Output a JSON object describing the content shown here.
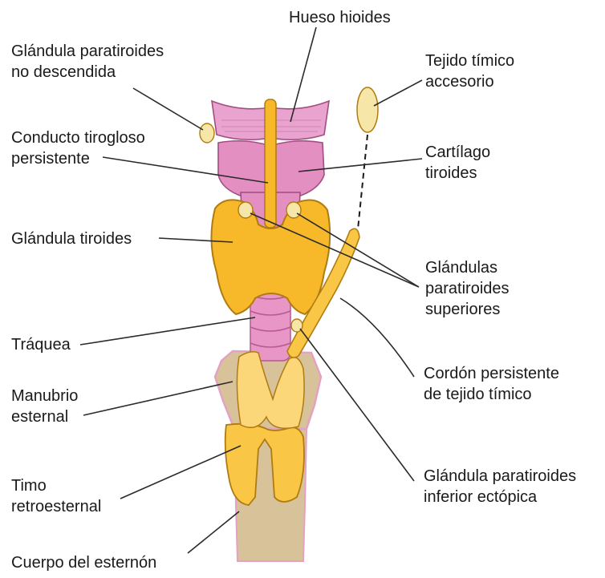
{
  "labels": {
    "hueso_hioides": "Hueso hioides",
    "paratiroides_no_descendida_1": "Glándula paratiroides",
    "paratiroides_no_descendida_2": "no descendida",
    "tejido_timico_1": "Tejido tímico",
    "tejido_timico_2": "accesorio",
    "conducto_tirogloso_1": "Conducto tirogloso",
    "conducto_tirogloso_2": "persistente",
    "cartilago_1": "Cartílago",
    "cartilago_2": "tiroides",
    "glandula_tiroides": "Glándula tiroides",
    "paratiroides_superiores_1": "Glándulas",
    "paratiroides_superiores_2": "paratiroides",
    "paratiroides_superiores_3": "superiores",
    "traquea": "Tráquea",
    "cordon_1": "Cordón persistente",
    "cordon_2": "de tejido tímico",
    "manubrio_1": "Manubrio",
    "manubrio_2": "esternal",
    "paratiroides_inferior_1": "Glándula paratiroides",
    "paratiroides_inferior_2": "inferior ectópica",
    "timo_1": "Timo",
    "timo_2": "retroesternal",
    "cuerpo_esternon": "Cuerpo del esternón"
  },
  "colors": {
    "thyroid_gland": "#f7b82a",
    "thymus": "#f9c646",
    "cartilage": "#e48fc2",
    "hyoid": "#e8a3cf",
    "trachea": "#e796c6",
    "sternum": "#d8c29a",
    "sternum_outline": "#e3a2c4",
    "parathyroid": "#f6e6a8",
    "outline": "#b07b10"
  }
}
